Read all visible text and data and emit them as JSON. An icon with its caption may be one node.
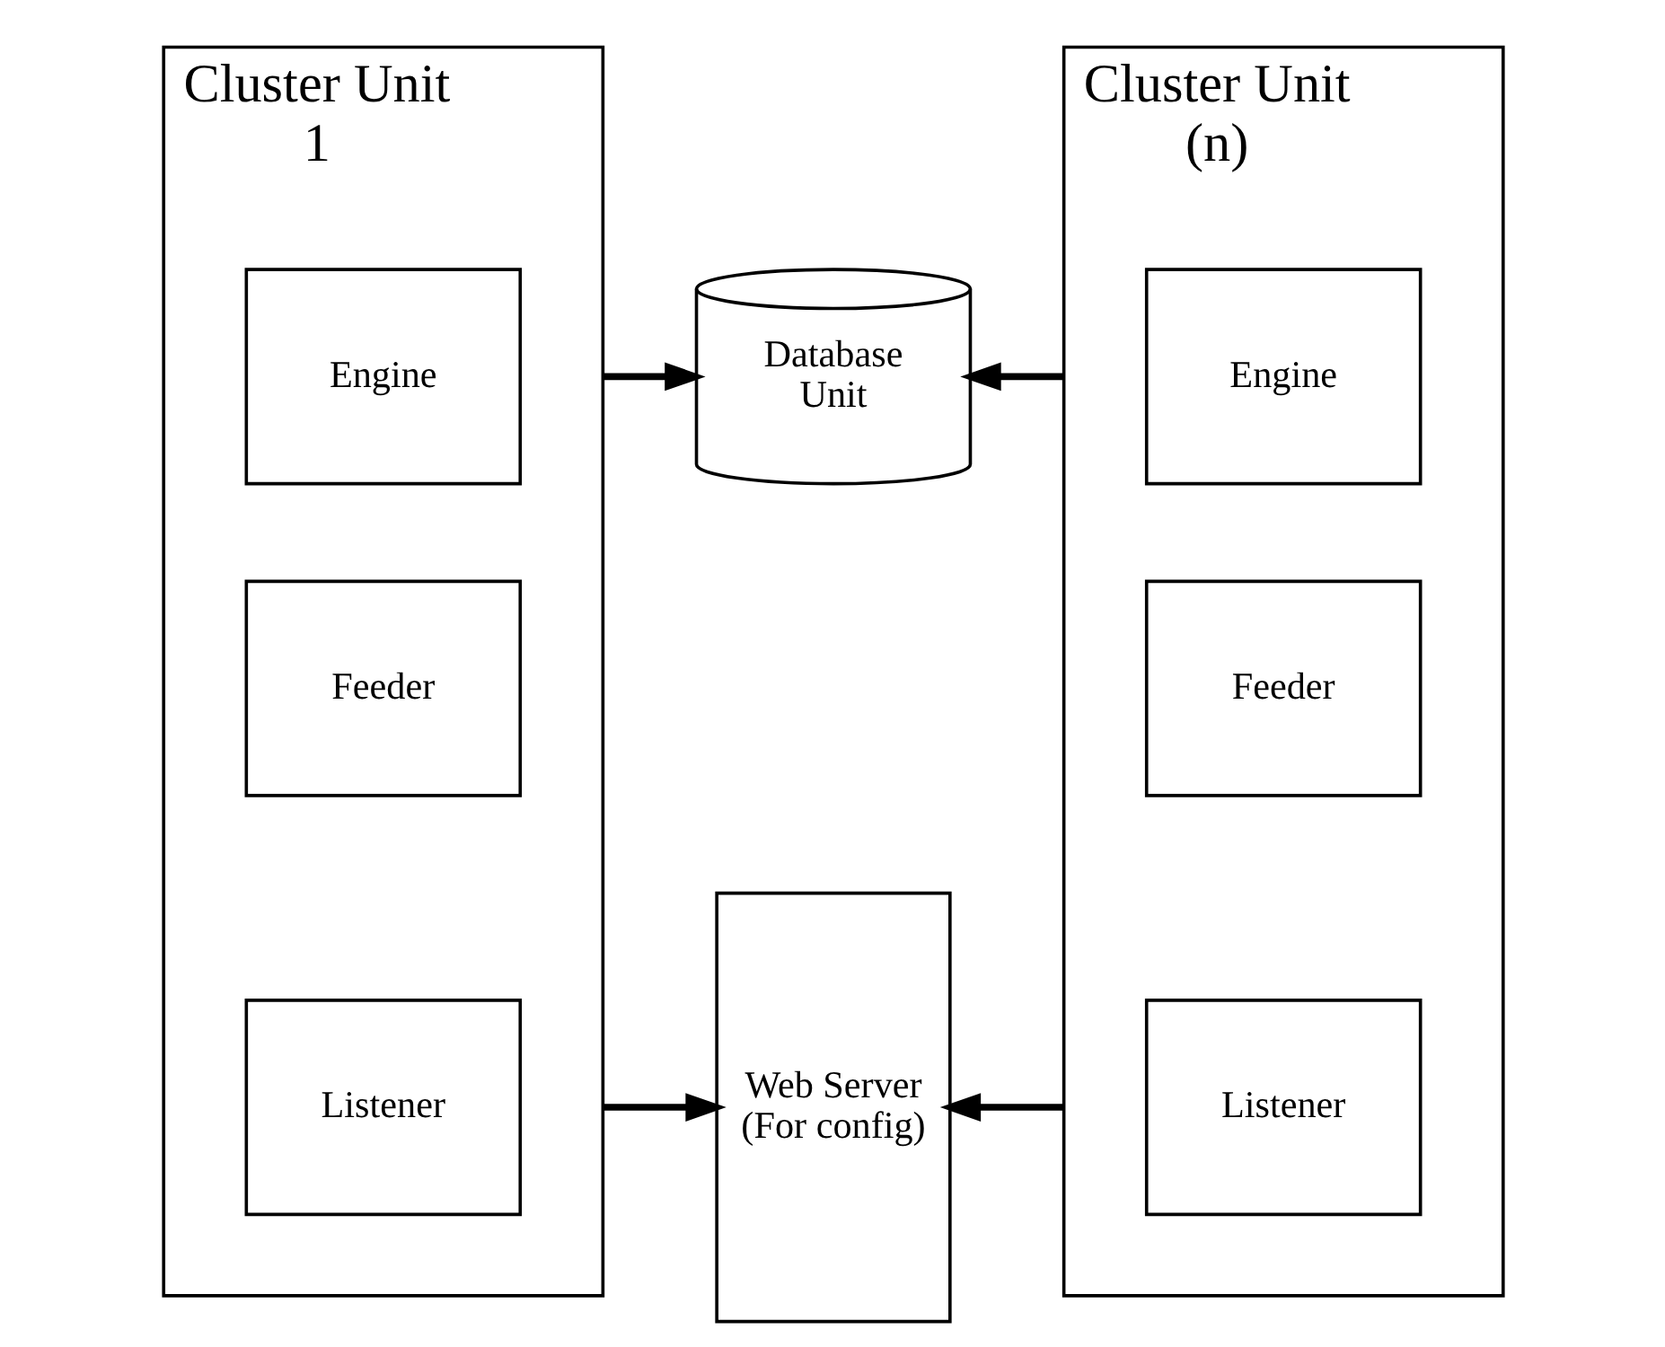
{
  "diagram": {
    "nodes": [
      {
        "text": [
          "Cluster Unit 1"
        ]
      },
      {
        "text": [
          "Engine"
        ],
        "in": 0
      },
      {
        "text": [
          "Feeder"
        ],
        "in": 0
      },
      {
        "text": [
          "Listener"
        ],
        "in": 0
      },
      {
        "text": [
          "Database Unit"
        ]
      },
      {
        "text": [
          "Web Server (For config)"
        ]
      },
      {
        "text": [
          "Cluster Unit (n)"
        ]
      },
      {
        "text": [
          "Engine"
        ],
        "in": 6
      },
      {
        "text": [
          "Feeder"
        ],
        "in": 6
      },
      {
        "text": [
          "Listener"
        ],
        "in": 6
      }
    ],
    "edges": [
      {
        "from": 0,
        "to": 4,
        "arrow": "to"
      },
      {
        "from": 6,
        "to": 4,
        "arrow": "to"
      },
      {
        "from": 0,
        "to": 5,
        "arrow": "to"
      },
      {
        "from": 6,
        "to": 5,
        "arrow": "to"
      }
    ]
  }
}
